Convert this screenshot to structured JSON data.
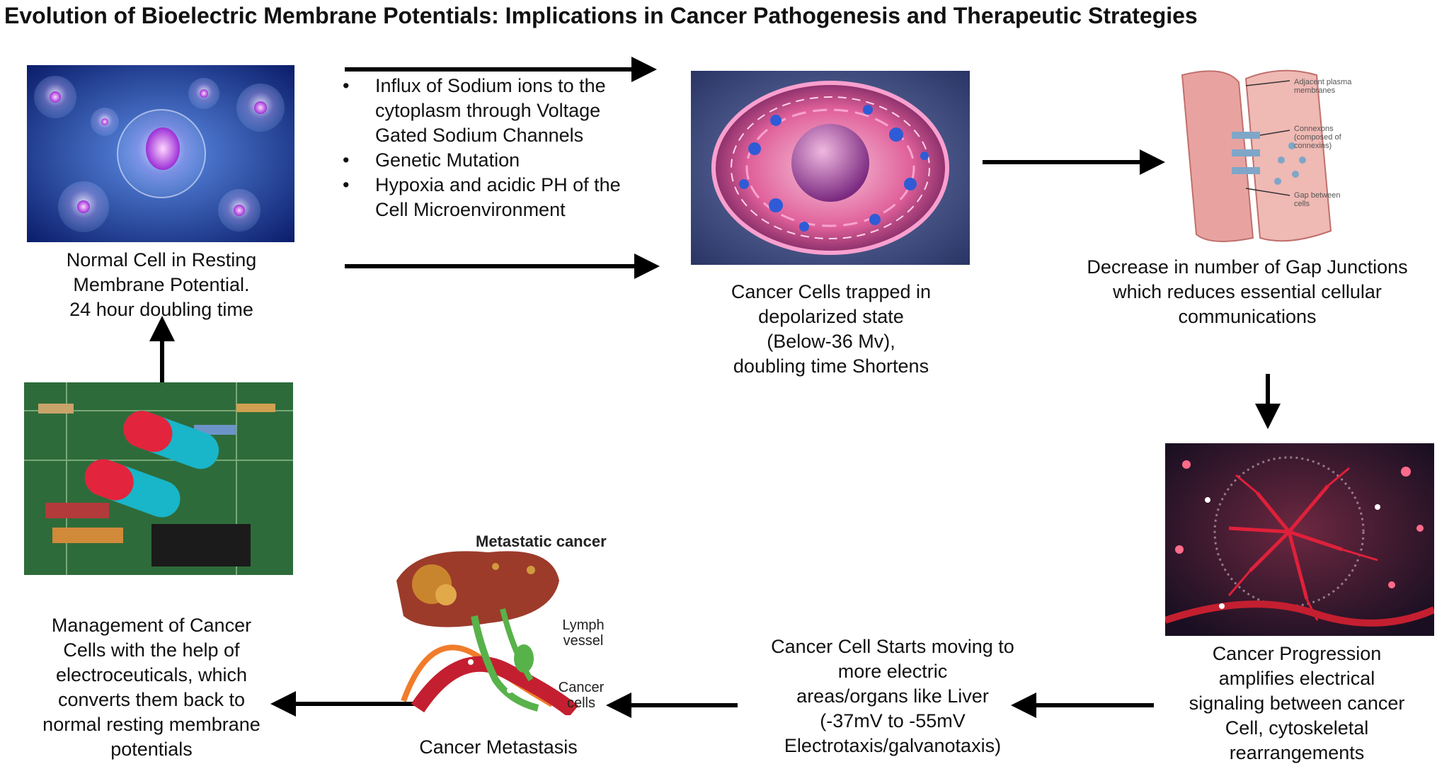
{
  "title": "Evolution of Bioelectric Membrane Potentials: Implications in Cancer Pathogenesis  and Therapeutic Strategies",
  "nodes": {
    "normal_cell": {
      "icon": "normal-cell-image",
      "caption": [
        "Normal Cell in Resting",
        "Membrane Potential.",
        "24 hour doubling time"
      ]
    },
    "causes": [
      "Influx of Sodium ions to the cytoplasm through Voltage Gated Sodium Channels",
      "Genetic Mutation",
      "Hypoxia and acidic PH  of the Cell Microenvironment"
    ],
    "depolarized": {
      "icon": "cancer-cell-image",
      "caption": [
        "Cancer Cells trapped in",
        "depolarized state",
        "(Below-36 Mv),",
        "doubling time Shortens"
      ]
    },
    "gap_junctions": {
      "icon": "gap-junction-diagram",
      "caption": [
        "Decrease in number of Gap Junctions",
        "which reduces essential cellular",
        "communications"
      ],
      "labels": [
        "Adjacent plasma membranes",
        "Connexons (composed of connexins)",
        "Gap between cells"
      ]
    },
    "progression": {
      "icon": "cancer-progression-image",
      "caption": [
        "Cancer Progression",
        "amplifies electrical",
        "signaling between cancer",
        "Cell,   cytoskeletal",
        "rearrangements"
      ]
    },
    "electrotaxis": {
      "caption": [
        "Cancer Cell  Starts moving to",
        "more electric",
        "areas/organs like Liver",
        "(-37mV to -55mV",
        "Electrotaxis/galvanotaxis)"
      ]
    },
    "metastasis": {
      "icon": "liver-metastasis-illustration",
      "caption": [
        "Cancer Metastasis"
      ],
      "labels": [
        "Metastatic cancer",
        "Lymph vessel",
        "Cancer cells"
      ]
    },
    "management": {
      "icon": "electroceutical-pills-image",
      "caption": [
        "Management of Cancer",
        "Cells  with the help of",
        "electroceuticals, which",
        "converts them back to",
        "normal resting membrane",
        "potentials"
      ]
    }
  },
  "colors": {
    "arrow": "#000000",
    "normal_bg": "#1a3fa0",
    "cancer_pink": "#e0609a",
    "tissue": "#e8a3a0",
    "progression_bg": "#1a0f22",
    "circuit": "#2e6b3a",
    "liver": "#9c3b2a",
    "lymph": "#58b24a"
  }
}
